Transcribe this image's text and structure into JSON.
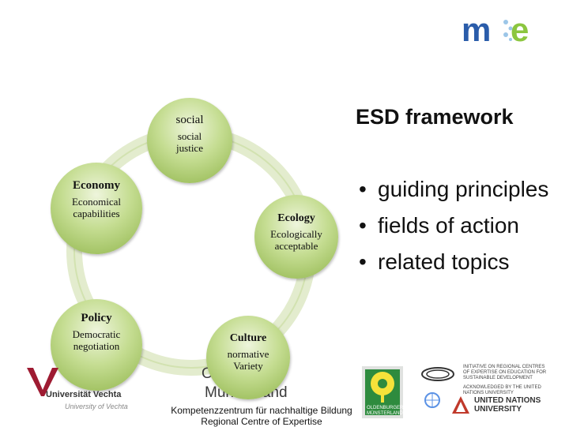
{
  "title": "ESD framework",
  "bullets": [
    "guiding principles",
    "fields of action",
    "related topics"
  ],
  "bullet_glyph": "•",
  "cycle": {
    "social": {
      "heading": "social",
      "sub": "social justice"
    },
    "economy": {
      "heading": "Economy",
      "sub": "Economical capabilities"
    },
    "ecology": {
      "heading": "Ecology",
      "sub": "Ecologically acceptable"
    },
    "policy": {
      "heading": "Policy",
      "sub": "Democratic negotiation"
    },
    "culture": {
      "heading": "Culture",
      "sub": "normative Variety"
    }
  },
  "footer": {
    "rce_line1": "Kompetenzzentrum für nachhaltige Bildung",
    "rce_line2": "Regional Centre of Expertise",
    "region_line1": "Oldenburger",
    "region_line2": "Münsterland"
  },
  "logos": {
    "me": "me",
    "vechta_name": "Universität Vechta",
    "vechta_sub": "University of Vechta",
    "un_name_1": "UNITED NATIONS",
    "un_name_2": "UNIVERSITY",
    "rce_text": "INITIATIVE ON REGIONAL CENTRES OF EXPERTISE ON EDUCATION FOR SUSTAINABLE DEVELOPMENT",
    "rce_acknowledged": "ACKNOWLEDGED BY THE UNITED NATIONS UNIVERSITY",
    "olden_logo_text": "OLDENBURGER MÜNSTERLAND"
  },
  "colors": {
    "node_green": "#8fb44a",
    "ring_green": "#dfe9c6",
    "me_blue": "#2a5caa",
    "me_green": "#8cc63f",
    "vechta_red": "#9e1b32"
  }
}
